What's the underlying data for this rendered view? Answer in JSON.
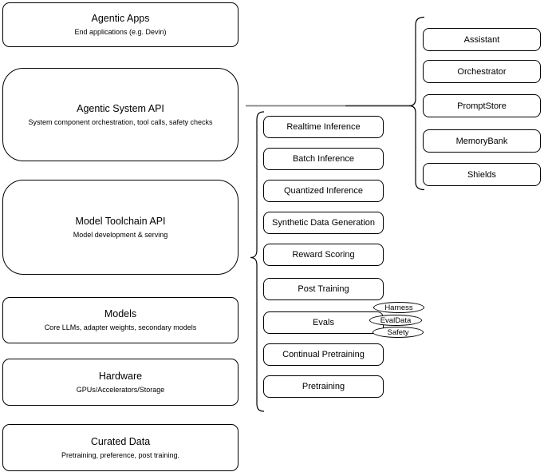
{
  "colors": {
    "background": "#ffffff",
    "stroke": "#000000",
    "connector_gray": "#808080",
    "connector_dark": "#3a3a3a"
  },
  "stack": {
    "boxes": [
      {
        "title": "Agentic Apps",
        "subtitle": "End applications (e.g. Devin)"
      },
      {
        "title": "Agentic System API",
        "subtitle": "System component orchestration, tool calls, safety checks"
      },
      {
        "title": "Model Toolchain API",
        "subtitle": "Model development & serving"
      },
      {
        "title": "Models",
        "subtitle": "Core LLMs, adapter weights, secondary models"
      },
      {
        "title": "Hardware",
        "subtitle": "GPUs/Accelerators/Storage"
      },
      {
        "title": "Curated Data",
        "subtitle": "Pretraining, preference, post training."
      }
    ]
  },
  "toolchain": {
    "items": [
      "Realtime Inference",
      "Batch Inference",
      "Quantized Inference",
      "Synthetic Data Generation",
      "Reward Scoring",
      "Post Training",
      "Evals",
      "Continual Pretraining",
      "Pretraining"
    ],
    "eval_tags": [
      "Harness",
      "EvalData",
      "Safety"
    ]
  },
  "system": {
    "items": [
      "Assistant",
      "Orchestrator",
      "PromptStore",
      "MemoryBank",
      "Shields"
    ]
  }
}
